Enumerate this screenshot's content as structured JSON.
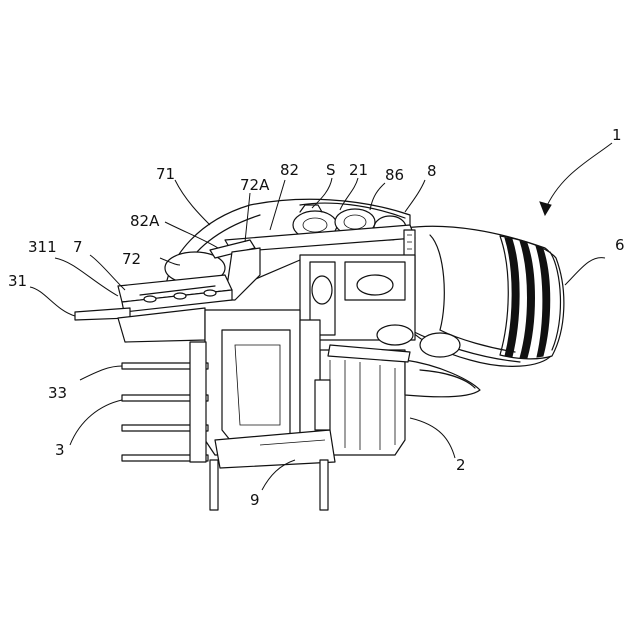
{
  "figure": {
    "labels": {
      "l31": "31",
      "l311": "311",
      "l7": "7",
      "l72": "72",
      "l82A": "82A",
      "l71": "71",
      "l72A": "72A",
      "l82": "82",
      "lS": "S",
      "l21": "21",
      "l86": "86",
      "l8": "8",
      "l1": "1",
      "l6": "6",
      "l33": "33",
      "l3": "3",
      "l2": "2",
      "l9": "9"
    }
  }
}
